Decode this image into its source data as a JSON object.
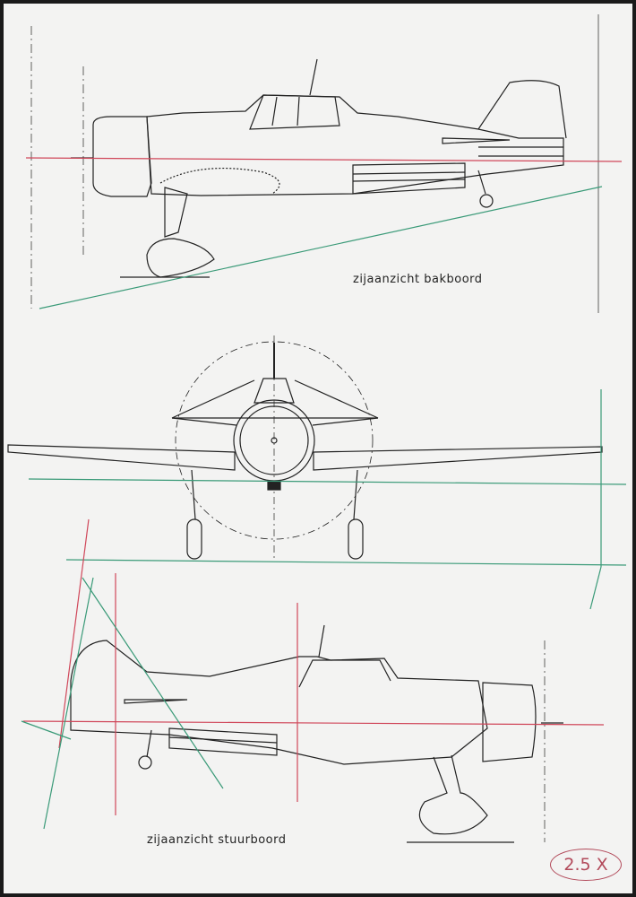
{
  "labels": {
    "port_side_view": "zijaanzicht bakboord",
    "starboard_side_view": "zijaanzicht stuurboord",
    "scale": "2.5 X"
  },
  "colors": {
    "ink": "#222222",
    "datum_red": "#d0475a",
    "ground_green": "#3a9a78",
    "paper": "#f3f3f2"
  }
}
